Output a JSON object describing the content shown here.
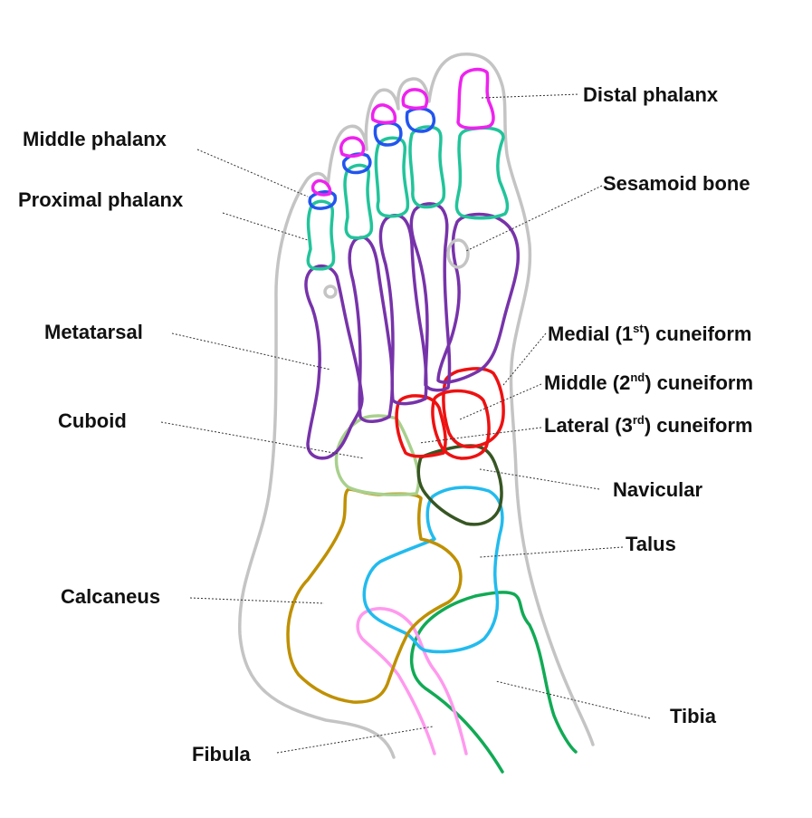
{
  "colors": {
    "skin": "#c4c4c4",
    "distal_phalanx": "#ee22ee",
    "middle_phalanx": "#2255ee",
    "proximal_phalanx": "#22c49a",
    "metatarsal": "#7733aa",
    "cuneiform": "#ee1111",
    "cuboid": "#a8d08d",
    "navicular": "#375623",
    "talus": "#22bbee",
    "calcaneus": "#bf9000",
    "tibia": "#11aa55",
    "fibula": "#ff99ee",
    "label": "#111111"
  },
  "labels": {
    "distal_phalanx": "Distal phalanx",
    "middle_phalanx": "Middle phalanx",
    "proximal_phalanx": "Proximal phalanx",
    "sesamoid_bone": "Sesamoid bone",
    "metatarsal": "Metatarsal",
    "medial_cuneiform": {
      "pre": "Medial (1",
      "sup": "st",
      "post": ") cuneiform"
    },
    "middle_cuneiform": {
      "pre": "Middle (2",
      "sup": "nd",
      "post": ") cuneiform"
    },
    "lateral_cuneiform": {
      "pre": "Lateral (3",
      "sup": "rd",
      "post": ") cuneiform"
    },
    "cuboid": "Cuboid",
    "navicular": "Navicular",
    "talus": "Talus",
    "calcaneus": "Calcaneus",
    "tibia": "Tibia",
    "fibula": "Fibula"
  }
}
